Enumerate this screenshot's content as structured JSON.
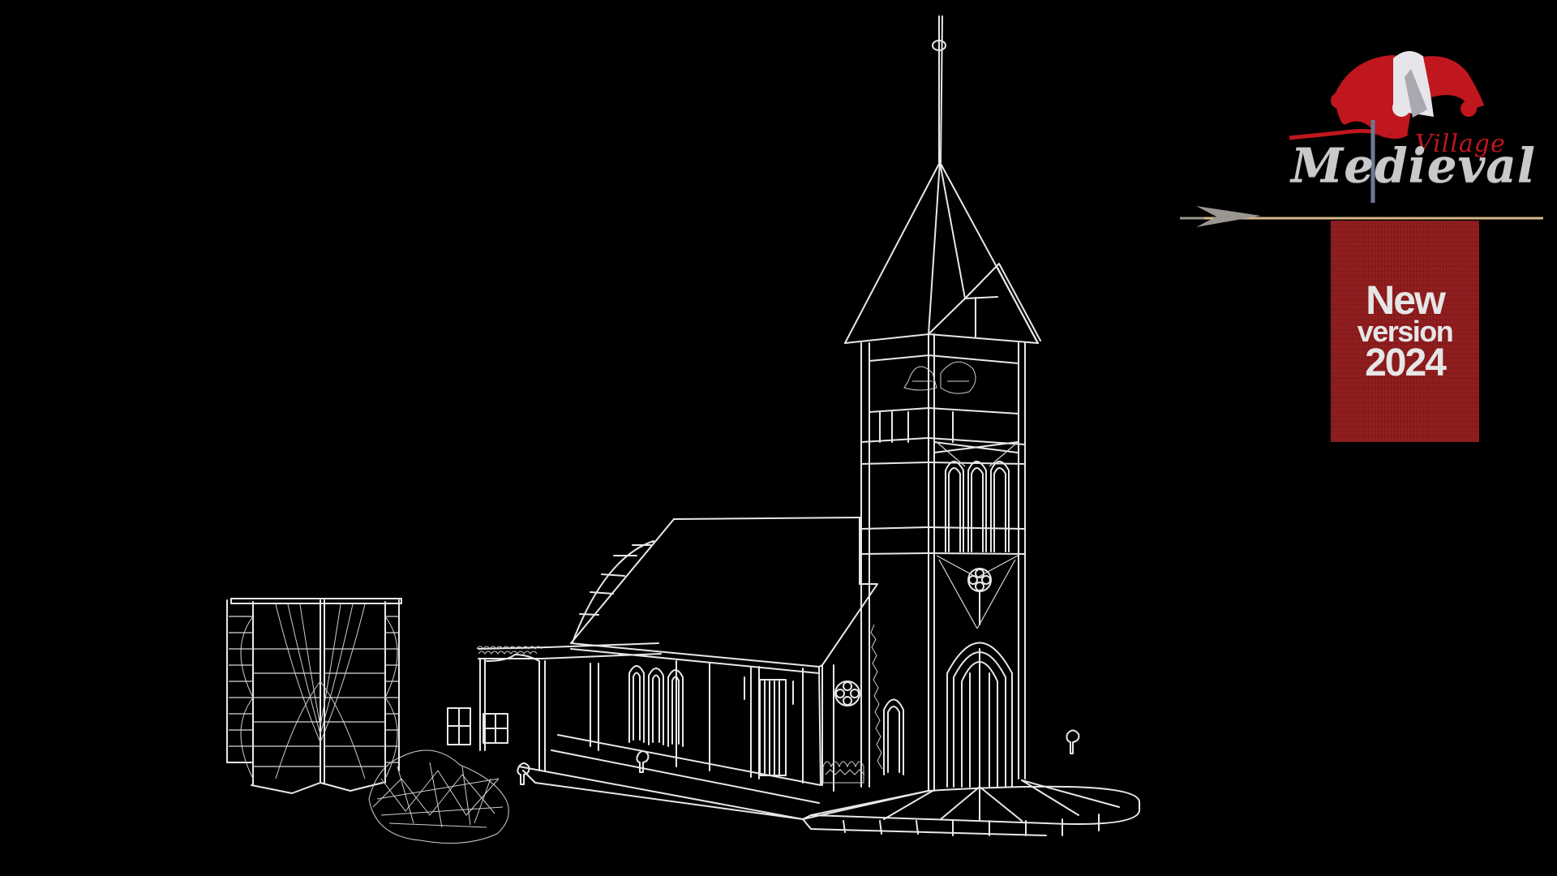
{
  "scene": {
    "background_color": "#000000",
    "wireframe_color": "#e8e8e8",
    "subject": "wireframe-medieval-church"
  },
  "logo": {
    "word_village": "Village",
    "word_medieval": "Medieval",
    "village_color": "#c0161d",
    "medieval_color": "#c9c9cc",
    "hat_colors": {
      "red": "#c0161d",
      "white": "#e6e6ea"
    },
    "icon": "jester-hat-icon",
    "arrow_icon": "arrow-icon"
  },
  "banner": {
    "line1": "New",
    "line2": "version",
    "line3": "2024",
    "background_color": "#8e1b1c",
    "text_color": "#e6e6e6"
  }
}
